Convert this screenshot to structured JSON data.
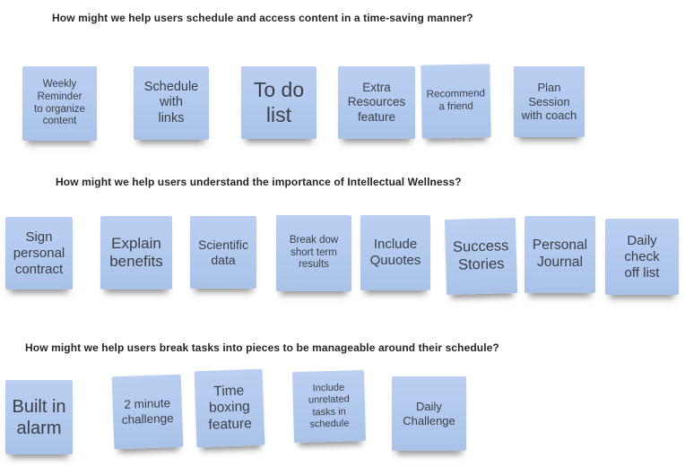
{
  "canvas": {
    "background": "#ffffff",
    "note_color": "#b2c9ee",
    "note_text_color": "#3b4047",
    "title_color": "#262626",
    "sections": [
      {
        "title": "How might we help users schedule and access content in a time-saving manner?",
        "notes": [
          {
            "text": "Weekly\nReminder\nto organize\ncontent"
          },
          {
            "text": "Schedule\nwith\nlinks"
          },
          {
            "text": "To do\nlist"
          },
          {
            "text": "Extra\nResources\nfeature"
          },
          {
            "text": "Recommend\na friend"
          },
          {
            "text": "Plan\nSession\nwith coach"
          }
        ]
      },
      {
        "title": "How might we help users understand the importance of Intellectual Wellness?",
        "notes": [
          {
            "text": "Sign\npersonal\ncontract"
          },
          {
            "text": "Explain\nbenefits"
          },
          {
            "text": "Scientific\ndata"
          },
          {
            "text": "Break dow\nshort term\nresults"
          },
          {
            "text": "Include\nQuuotes"
          },
          {
            "text": "Success\nStories"
          },
          {
            "text": "Personal\nJournal"
          },
          {
            "text": "Daily\ncheck\noff list"
          }
        ]
      },
      {
        "title": "How might we help users break tasks into pieces to be manageable around their schedule?",
        "notes": [
          {
            "text": "Built in\nalarm"
          },
          {
            "text": "2 minute\nchallenge"
          },
          {
            "text": "Time\nboxing\nfeature"
          },
          {
            "text": "Include\nunrelated\ntasks in\nschedule"
          },
          {
            "text": "Daily\nChallenge"
          }
        ]
      }
    ]
  }
}
